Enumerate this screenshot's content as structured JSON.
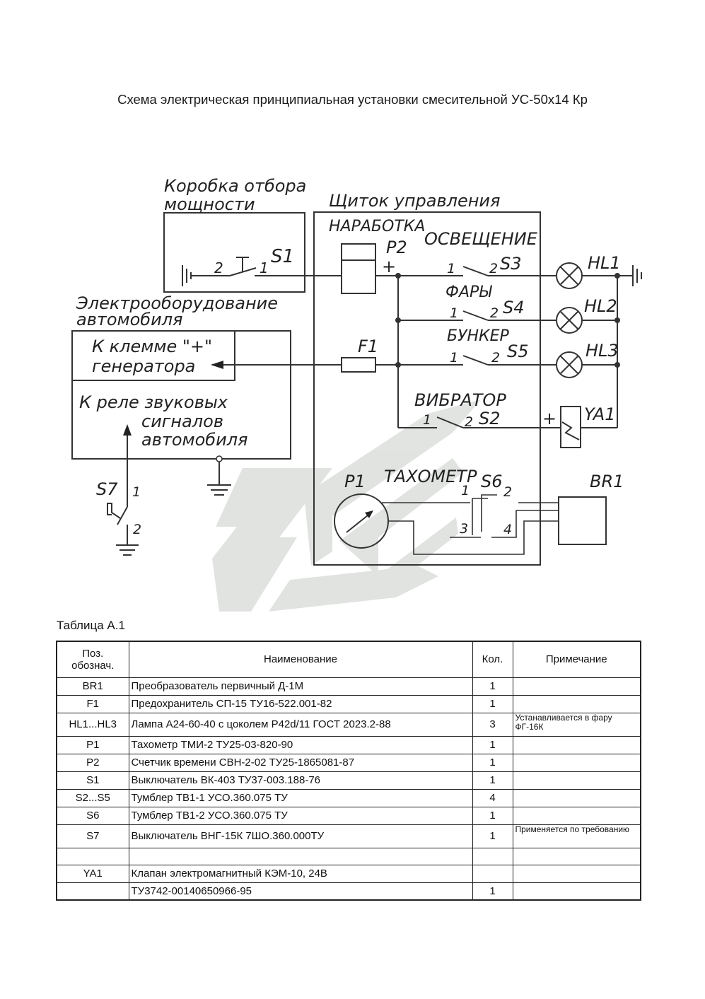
{
  "title": "Схема электрическая принципиальная установки смесительной УС-50х14 Кр",
  "diagram": {
    "pto_box_label": [
      "Коробка  отбора",
      "мощности"
    ],
    "panel_label": "Щиток  управления",
    "vehicle_label": [
      "Электрооборудование",
      "автомобиля"
    ],
    "labels": {
      "s1": "S1",
      "s1_pin2": "2",
      "s1_pin1": "1",
      "narabotka": "НАРАБОТКА",
      "p2": "P2",
      "p2_plus": "+",
      "osveshchenie": "ОСВЕЩЕНИЕ",
      "s3_pin1": "1",
      "s3_pin2": "2",
      "s3": "S3",
      "fary": "ФАРЫ",
      "s4_pin1": "1",
      "s4_pin2": "2",
      "s4": "S4",
      "bunker": "БУНКЕР",
      "s5_pin1": "1",
      "s5_pin2": "2",
      "s5": "S5",
      "vibrator": "ВИБРАТОР",
      "s2_pin1": "1",
      "s2_pin2": "2",
      "s2": "S2",
      "hl1": "HL1",
      "hl2": "HL2",
      "hl3": "HL3",
      "ya1": "YA1",
      "ya1_plus": "+",
      "f1": "F1",
      "gen_terminal": [
        "К  клемме  \"+\"",
        "генератора"
      ],
      "horn_relay": [
        "К  реле  звуковых",
        "сигналов",
        "автомобиля"
      ],
      "s7": "S7",
      "s7_pin1": "1",
      "s7_pin2": "2",
      "p1": "P1",
      "tachometer": "ТАХОМЕТР",
      "s6": "S6",
      "s6_pin1": "1",
      "s6_pin2": "2",
      "s6_pin3": "3",
      "s6_pin4": "4",
      "br1": "BR1"
    }
  },
  "table": {
    "caption": "Таблица А.1",
    "headers": {
      "pos": "Поз.\nобознач.",
      "name": "Наименование",
      "qty": "Кол.",
      "note": "Примечание"
    },
    "rows": [
      {
        "pos": "BR1",
        "name": "Преобразователь первичный Д-1М",
        "qty": "1",
        "note": ""
      },
      {
        "pos": "F1",
        "name": "Предохранитель СП-15 ТУ16-522.001-82",
        "qty": "1",
        "note": ""
      },
      {
        "pos": "HL1...HL3",
        "name": "Лампа А24-60-40 с цоколем Р42d/11 ГОСТ 2023.2-88",
        "qty": "3",
        "note": "Устанавливается в фару ФГ-16К"
      },
      {
        "pos": "P1",
        "name": "Тахометр ТМИ-2 ТУ25-03-820-90",
        "qty": "1",
        "note": ""
      },
      {
        "pos": "P2",
        "name": "Счетчик времени СВН-2-02 ТУ25-1865081-87",
        "qty": "1",
        "note": ""
      },
      {
        "pos": "S1",
        "name": "Выключатель ВК-403 ТУ37-003.188-76",
        "qty": "1",
        "note": ""
      },
      {
        "pos": "S2...S5",
        "name": "Тумблер ТВ1-1 УСО.360.075 ТУ",
        "qty": "4",
        "note": ""
      },
      {
        "pos": "S6",
        "name": "Тумблер ТВ1-2 УСО.360.075 ТУ",
        "qty": "1",
        "note": ""
      },
      {
        "pos": "S7",
        "name": "Выключатель ВНГ-15К 7ШО.360.000ТУ",
        "qty": "1",
        "note": "Применяется по требованию"
      },
      {
        "pos": "",
        "name": "",
        "qty": "",
        "note": ""
      },
      {
        "pos": "YA1",
        "name": "Клапан электромагнитный КЭМ-10, 24В",
        "qty": "",
        "note": ""
      },
      {
        "pos": "",
        "name": "ТУ3742-00140650966-95",
        "qty": "1",
        "note": ""
      }
    ]
  }
}
